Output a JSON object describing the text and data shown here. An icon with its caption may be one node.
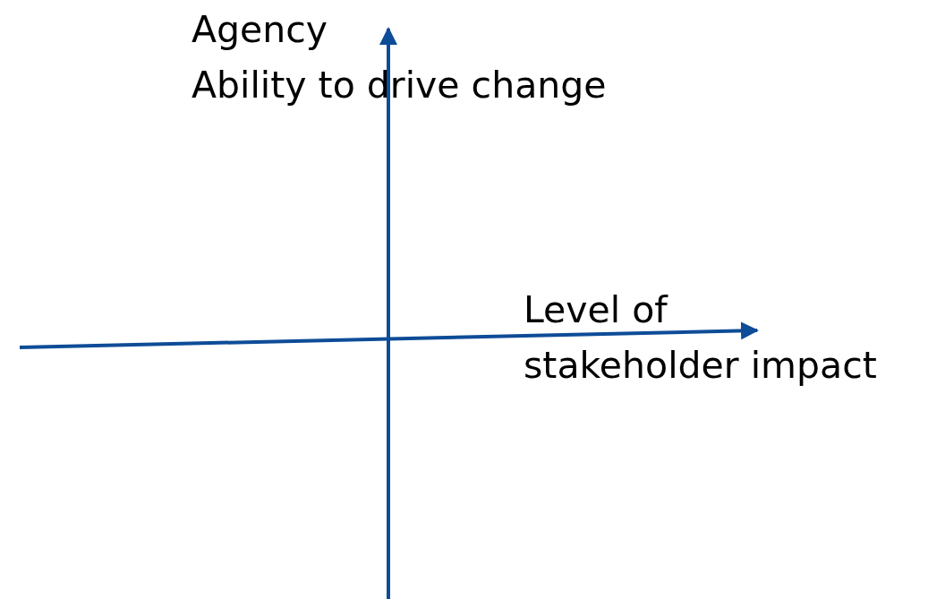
{
  "diagram": {
    "labels": [
      "Agency",
      "Ability to drive change",
      "Level of stakeholder impact"
    ]
  }
}
